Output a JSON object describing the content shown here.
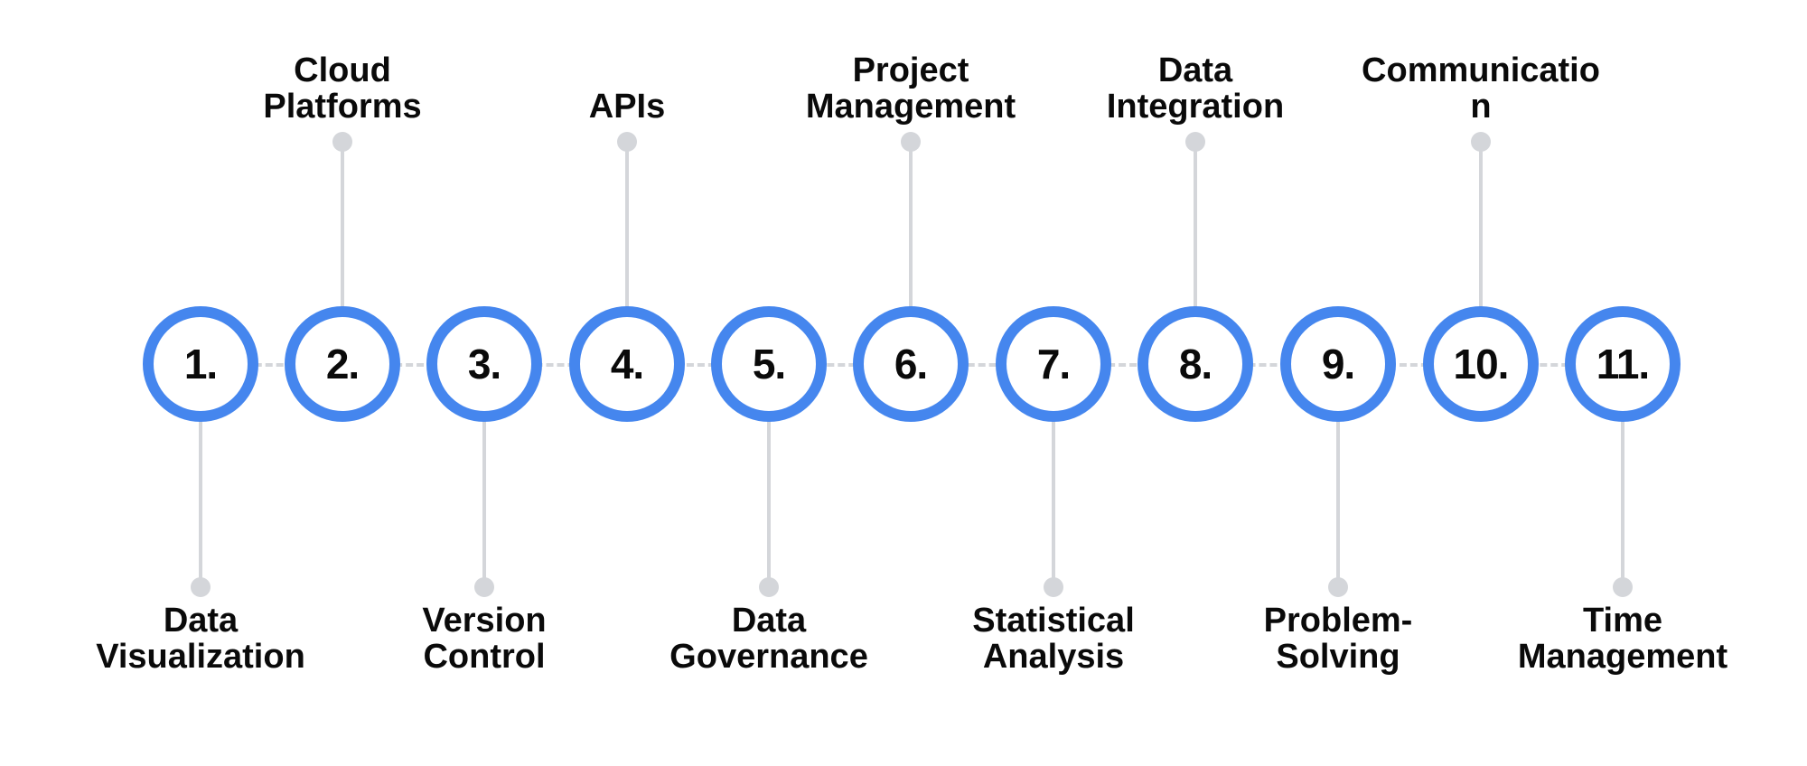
{
  "diagram": {
    "type": "numbered-timeline",
    "colors": {
      "ring": "#4586ee",
      "connector": "#d4d6da",
      "text": "#0a0a0a",
      "background": "#ffffff"
    },
    "steps": [
      {
        "number": "1.",
        "position": "bottom",
        "label_lines": [
          "Data",
          "Visualization"
        ]
      },
      {
        "number": "2.",
        "position": "top",
        "label_lines": [
          "Cloud",
          "Platforms"
        ]
      },
      {
        "number": "3.",
        "position": "bottom",
        "label_lines": [
          "Version",
          "Control"
        ]
      },
      {
        "number": "4.",
        "position": "top",
        "label_lines": [
          "APIs"
        ]
      },
      {
        "number": "5.",
        "position": "bottom",
        "label_lines": [
          "Data",
          "Governance"
        ]
      },
      {
        "number": "6.",
        "position": "top",
        "label_lines": [
          "Project",
          "Management"
        ]
      },
      {
        "number": "7.",
        "position": "bottom",
        "label_lines": [
          "Statistical",
          "Analysis"
        ]
      },
      {
        "number": "8.",
        "position": "top",
        "label_lines": [
          "Data",
          "Integration"
        ]
      },
      {
        "number": "9.",
        "position": "bottom",
        "label_lines": [
          "Problem-",
          "Solving"
        ]
      },
      {
        "number": "10.",
        "position": "top",
        "label_lines": [
          "Communicatio",
          "n"
        ]
      },
      {
        "number": "11.",
        "position": "bottom",
        "label_lines": [
          "Time",
          "Management"
        ]
      }
    ]
  }
}
